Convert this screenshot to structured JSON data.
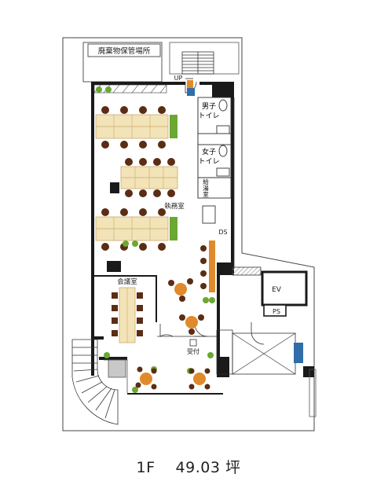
{
  "plan": {
    "labels": {
      "waste_storage": "廃棄物保管場所",
      "up": "UP",
      "mens_toilet_1": "男子",
      "mens_toilet_2": "トイレ",
      "womens_toilet_1": "女子",
      "womens_toilet_2": "トイレ",
      "kyuto_1": "給",
      "kyuto_2": "湯",
      "kyuto_3": "室",
      "office": "執務室",
      "ds": "DS",
      "meeting_room": "会議室",
      "ev": "EV",
      "ps": "PS",
      "reception": "受付"
    }
  },
  "caption": {
    "floor": "1F",
    "area": "49.03",
    "unit": "坪"
  },
  "colors": {
    "wall": "#1a1a1a",
    "chair": "#5a2d14",
    "desk": "#f3e3b8",
    "desk_edge": "#c9a96a",
    "plant": "#6aa832",
    "counter": "#e08a2c",
    "cabinet": "#2f6ea8",
    "hatch": "#9a9a9a"
  }
}
